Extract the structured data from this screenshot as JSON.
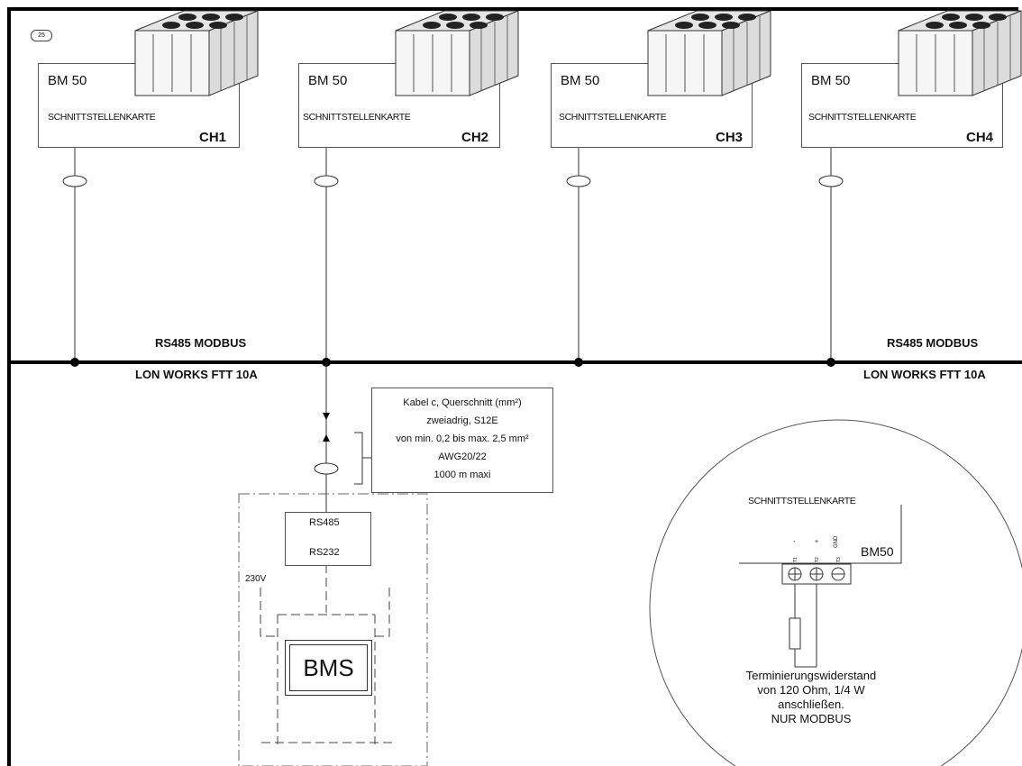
{
  "page_number": "25",
  "units": [
    {
      "board": "BM 50",
      "card": "SCHNITTSTELLENKARTE",
      "id": "CH1"
    },
    {
      "board": "BM 50",
      "card": "SCHNITTSTELLENKARTE",
      "id": "CH2"
    },
    {
      "board": "BM 50",
      "card": "SCHNITTSTELLENKARTE",
      "id": "CH3"
    },
    {
      "board": "BM 50",
      "card": "SCHNITTSTELLENKARTE",
      "id": "CH4"
    }
  ],
  "bus": {
    "top_label": "RS485 MODBUS",
    "bottom_label": "LON WORKS FTT 10A"
  },
  "cable": {
    "lines": [
      "Kabel c, Querschnitt (mm²)",
      "zweiadrig, S12E",
      "von min. 0,2 bis max. 2,5 mm²",
      "AWG20/22",
      "1000 m maxi"
    ]
  },
  "gateway": {
    "rs485": "RS485",
    "rs232": "RS232",
    "voltage": "230V"
  },
  "bms": {
    "label": "BMS"
  },
  "detail": {
    "card": "SCHNITTSTELLENKARTE",
    "board": "BM50",
    "terminal_marks": [
      "-",
      "+",
      "GND"
    ],
    "note_lines": [
      "Terminierungswiderstand",
      "von 120 Ohm, 1/4 W",
      "anschließen.",
      "NUR MODBUS"
    ]
  }
}
